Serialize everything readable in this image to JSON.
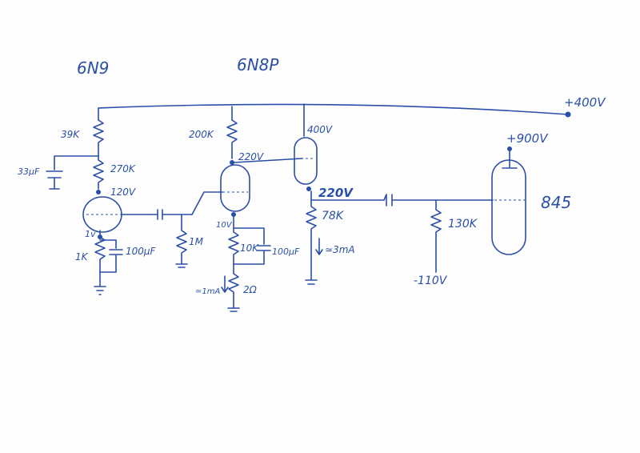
{
  "tubes": {
    "input": "6N9",
    "driver": "6N8P",
    "output": "845"
  },
  "supply": {
    "b_plus": "+400V",
    "output_plate": "+900V",
    "bias": "-110V"
  },
  "stage1": {
    "plate_resistor": "39K",
    "decoupling_cap": "33µF",
    "load_resistor": "270K",
    "plate_voltage": "120V",
    "cathode_voltage": "1v",
    "cathode_resistor": "1K",
    "cathode_cap": "100µF"
  },
  "coupling": {
    "grid_resistor": "1M"
  },
  "stage2": {
    "plate_resistor": "200K",
    "plate_voltage": "220V",
    "cathode_voltage": "10V",
    "cathode_resistor": "10K",
    "cathode_cap": "100µF",
    "current": "≃1mA",
    "sense_resistor": "2Ω"
  },
  "follower": {
    "plate_voltage": "400V",
    "cathode_voltage": "220V",
    "cathode_resistor": "78K",
    "current": "≃3mA"
  },
  "output_stage": {
    "grid_resistor": "130K"
  }
}
